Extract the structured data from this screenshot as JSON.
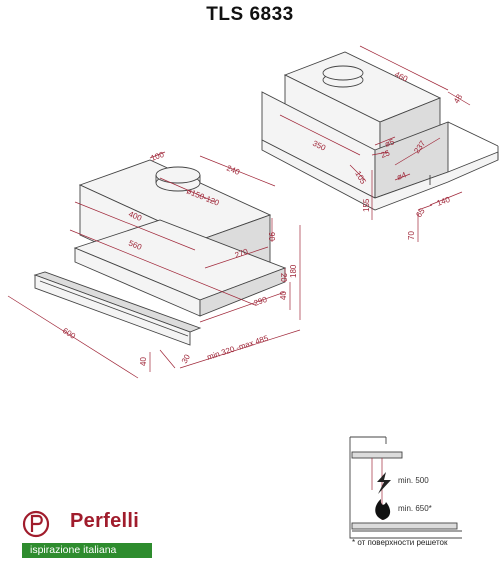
{
  "title": "TLS 6833",
  "dimensions_left": {
    "d1": "100",
    "d2": "240",
    "d3": "ø150-120",
    "d4": "400",
    "d5": "560",
    "d6": "90",
    "d7": "270",
    "d8": "20",
    "d9": "180",
    "d10": "290",
    "d11": "40",
    "d12": "600",
    "d13": "min 320 -max 485",
    "d14": "40",
    "d15": "30"
  },
  "dimensions_right": {
    "r1": "460",
    "r2": "48",
    "r3": "ø5",
    "r4": "350",
    "r5": "237",
    "r6": "25",
    "r7": "105",
    "r8": "ø4",
    "r9": "155",
    "r10": "140",
    "r11": "65",
    "r12": "70"
  },
  "install": {
    "min_electric": "min. 500",
    "min_gas": "min. 650*",
    "note": "* от поверхности решеток"
  },
  "brand": {
    "name": "Perfelli",
    "tagline": "ispirazione italiana",
    "color": "#a01c2c",
    "tag_color": "#2e8c2e"
  }
}
